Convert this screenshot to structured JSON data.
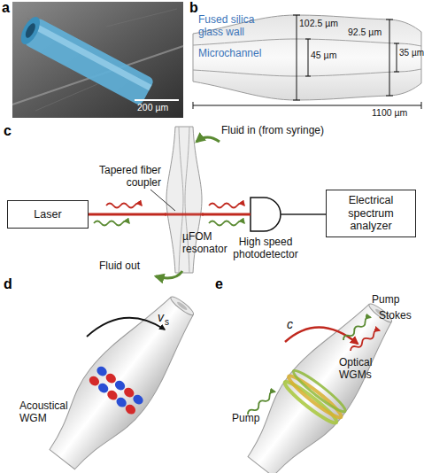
{
  "diagram": {
    "nodes": [
      {
        "text": [
          "Laser"
        ]
      },
      {
        "text": [
          "µFOM resonator"
        ]
      },
      {
        "text": [
          "High speed photodetector"
        ]
      },
      {
        "text": [
          "Electrical spectrum analyzer"
        ]
      }
    ],
    "edges": [
      {
        "from": 0,
        "to": 1,
        "arrow": "none"
      },
      {
        "from": 1,
        "to": 2,
        "arrow": "none"
      },
      {
        "from": 2,
        "to": 3,
        "arrow": "none"
      }
    ],
    "labels": [
      "a",
      "b",
      "c",
      "d",
      "e",
      "200 µm",
      "Fused silica glass wall",
      "Microchannel",
      "102.5 µm",
      "45 µm",
      "92.5 µm",
      "35 µm",
      "1100 µm",
      "Fluid in (from syringe)",
      "Tapered fiber coupler",
      "Fluid out",
      "Acoustical WGM",
      "v",
      "s",
      "Pump",
      "c",
      "Pump",
      "Stokes",
      "Optical WGMs"
    ]
  }
}
